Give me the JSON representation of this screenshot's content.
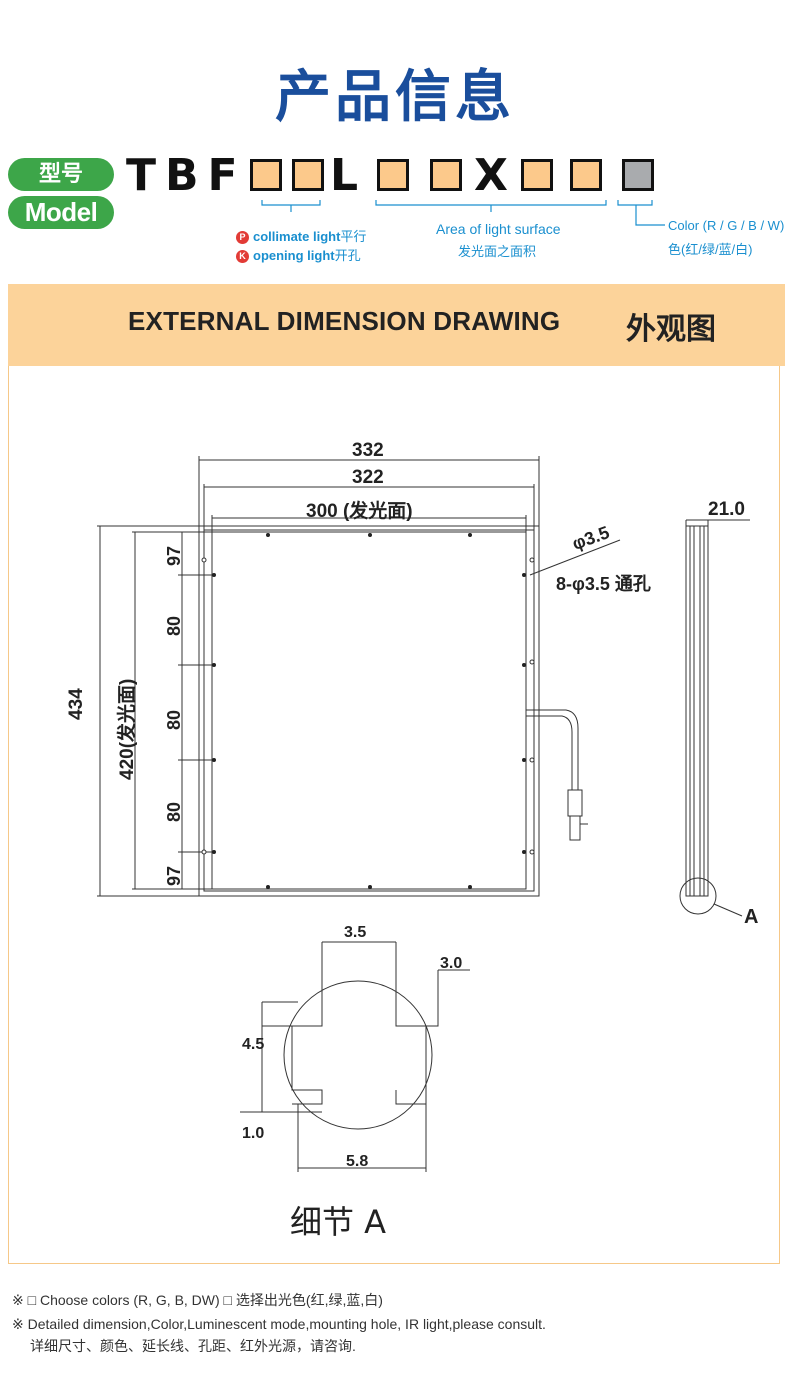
{
  "header": {
    "title": "产品信息"
  },
  "model": {
    "label_cn": "型号",
    "label_en": "Model",
    "code_prefix": "TBF",
    "code_l": "L",
    "code_x": "X",
    "annotations": {
      "p_badge": "P",
      "p_en": "collimate light",
      "p_cn": "平行",
      "k_badge": "K",
      "k_en": "opening light",
      "k_cn": "开孔",
      "area_en": "Area of light surface",
      "area_cn": "发光面之面积",
      "color_en": "Color (R / G / B / W)",
      "color_cn": "色(红/绿/蓝/白)"
    },
    "colors": {
      "brand_blue": "#1a4e9c",
      "green": "#3da649",
      "box_fill": "#fcc98b",
      "box_gray": "#a9abae",
      "annotation_blue": "#1a8fcf"
    }
  },
  "section": {
    "title_en": "EXTERNAL DIMENSION DRAWING",
    "title_cn": "外观图",
    "band_color": "#fcd39a"
  },
  "drawing": {
    "dim_332": "332",
    "dim_322": "322",
    "dim_300": "300 (发光面)",
    "dim_434": "434",
    "dim_420": "420(发光面)",
    "dim_97_top": "97",
    "dim_80_a": "80",
    "dim_80_b": "80",
    "dim_80_c": "80",
    "dim_97_bottom": "97",
    "dim_phi": "φ3.5",
    "dim_holes": "8-φ3.5 通孔",
    "dim_21": "21.0",
    "label_a": "A",
    "detail": {
      "d35": "3.5",
      "d30": "3.0",
      "d45": "4.5",
      "d10": "1.0",
      "d58": "5.8",
      "caption": "细节 A"
    }
  },
  "notes": {
    "line1": "※ □ Choose colors (R, G, B, DW) □ 选择出光色(红,绿,蓝,白)",
    "line2": "※  Detailed dimension,Color,Luminescent mode,mounting hole, IR light,please consult.",
    "line3": "详细尺寸、颜色、延长线、孔距、红外光源，请咨询."
  }
}
